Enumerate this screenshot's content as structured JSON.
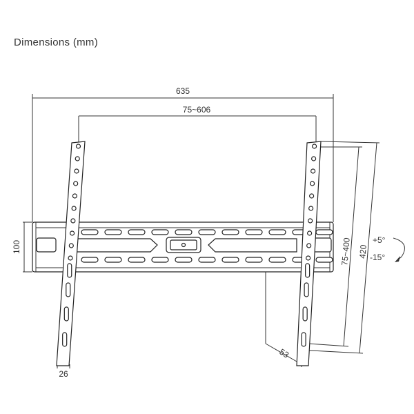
{
  "title": "Dimensions (mm)",
  "dimensions": {
    "overall_width": "635",
    "vesa_horizontal": "75~606",
    "rail_height": "100",
    "arm_width": "26",
    "wall_distance": "53",
    "vesa_vertical": "75~400",
    "arm_length": "420",
    "tilt_up": "+5°",
    "tilt_down": "-15°"
  },
  "colors": {
    "line": "#333333",
    "background": "#ffffff"
  }
}
